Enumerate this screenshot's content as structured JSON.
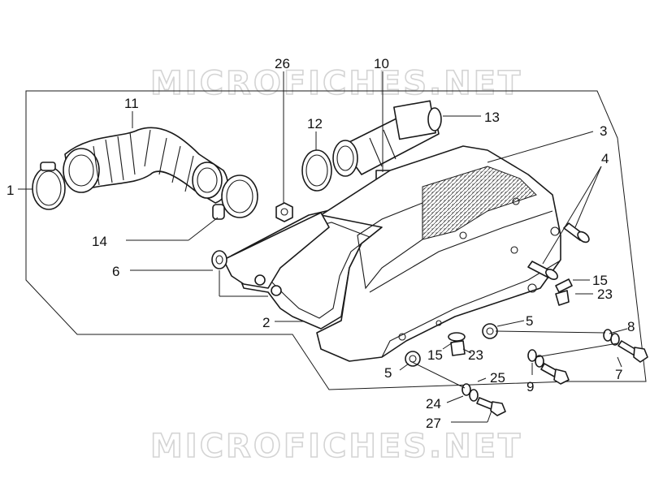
{
  "watermark": {
    "text": "MICROFICHES.NET"
  },
  "callouts": {
    "c1": "1",
    "c2": "2",
    "c3": "3",
    "c4": "4",
    "c5a": "5",
    "c5b": "5",
    "c6": "6",
    "c7": "7",
    "c8": "8",
    "c9": "9",
    "c10": "10",
    "c11": "11",
    "c12": "12",
    "c13": "13",
    "c14": "14",
    "c15a": "15",
    "c15b": "15",
    "c23a": "23",
    "c23b": "23",
    "c24": "24",
    "c25": "25",
    "c26": "26",
    "c27": "27"
  }
}
